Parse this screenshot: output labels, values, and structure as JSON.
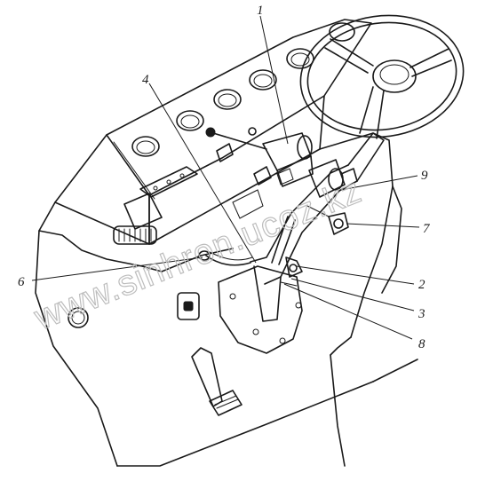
{
  "callouts": {
    "c1": "1",
    "c2": "2",
    "c3": "3",
    "c4": "4",
    "c6": "6",
    "c7": "7",
    "c8": "8",
    "c9": "9"
  },
  "watermark": "www.sinhron.ucoz.kz",
  "ink_color": "#1a1a1a",
  "watermark_color": "#bdbdbd"
}
